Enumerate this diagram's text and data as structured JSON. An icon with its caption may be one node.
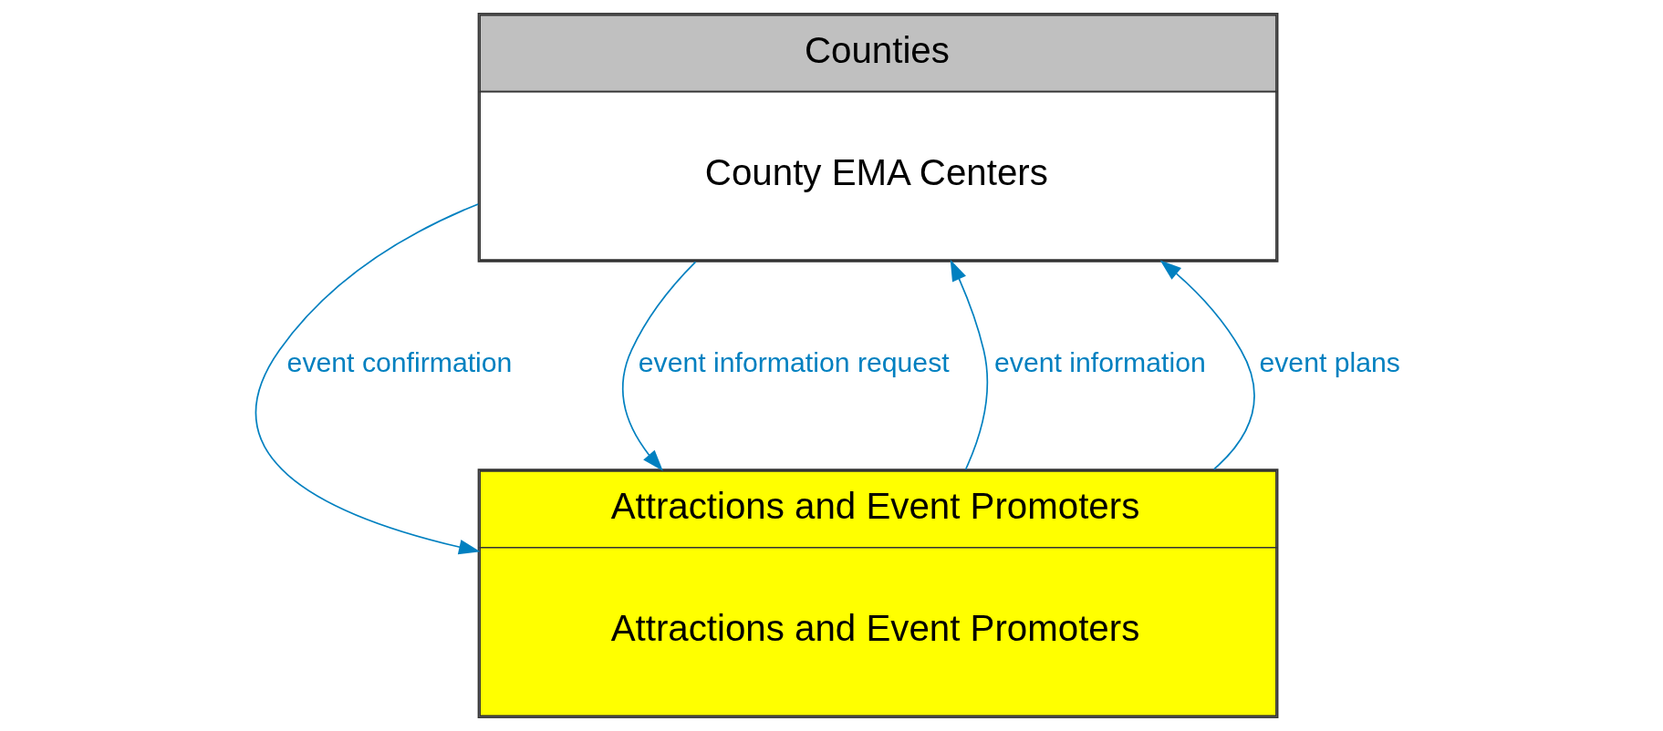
{
  "diagram": {
    "nodes": [
      {
        "text": [
          "Counties",
          "County EMA Centers"
        ]
      },
      {
        "text": [
          "Attractions and Event Promoters",
          "Attractions and Event Promoters"
        ]
      }
    ],
    "edges": [
      {
        "from": 1,
        "to": 0,
        "arrow": "to",
        "label": "event information"
      },
      {
        "from": 1,
        "to": 0,
        "arrow": "to",
        "label": "event plans"
      },
      {
        "from": 0,
        "to": 1,
        "arrow": "to",
        "label": "event confirmation"
      },
      {
        "from": 0,
        "to": 1,
        "arrow": "to",
        "label": "event information request"
      }
    ]
  }
}
